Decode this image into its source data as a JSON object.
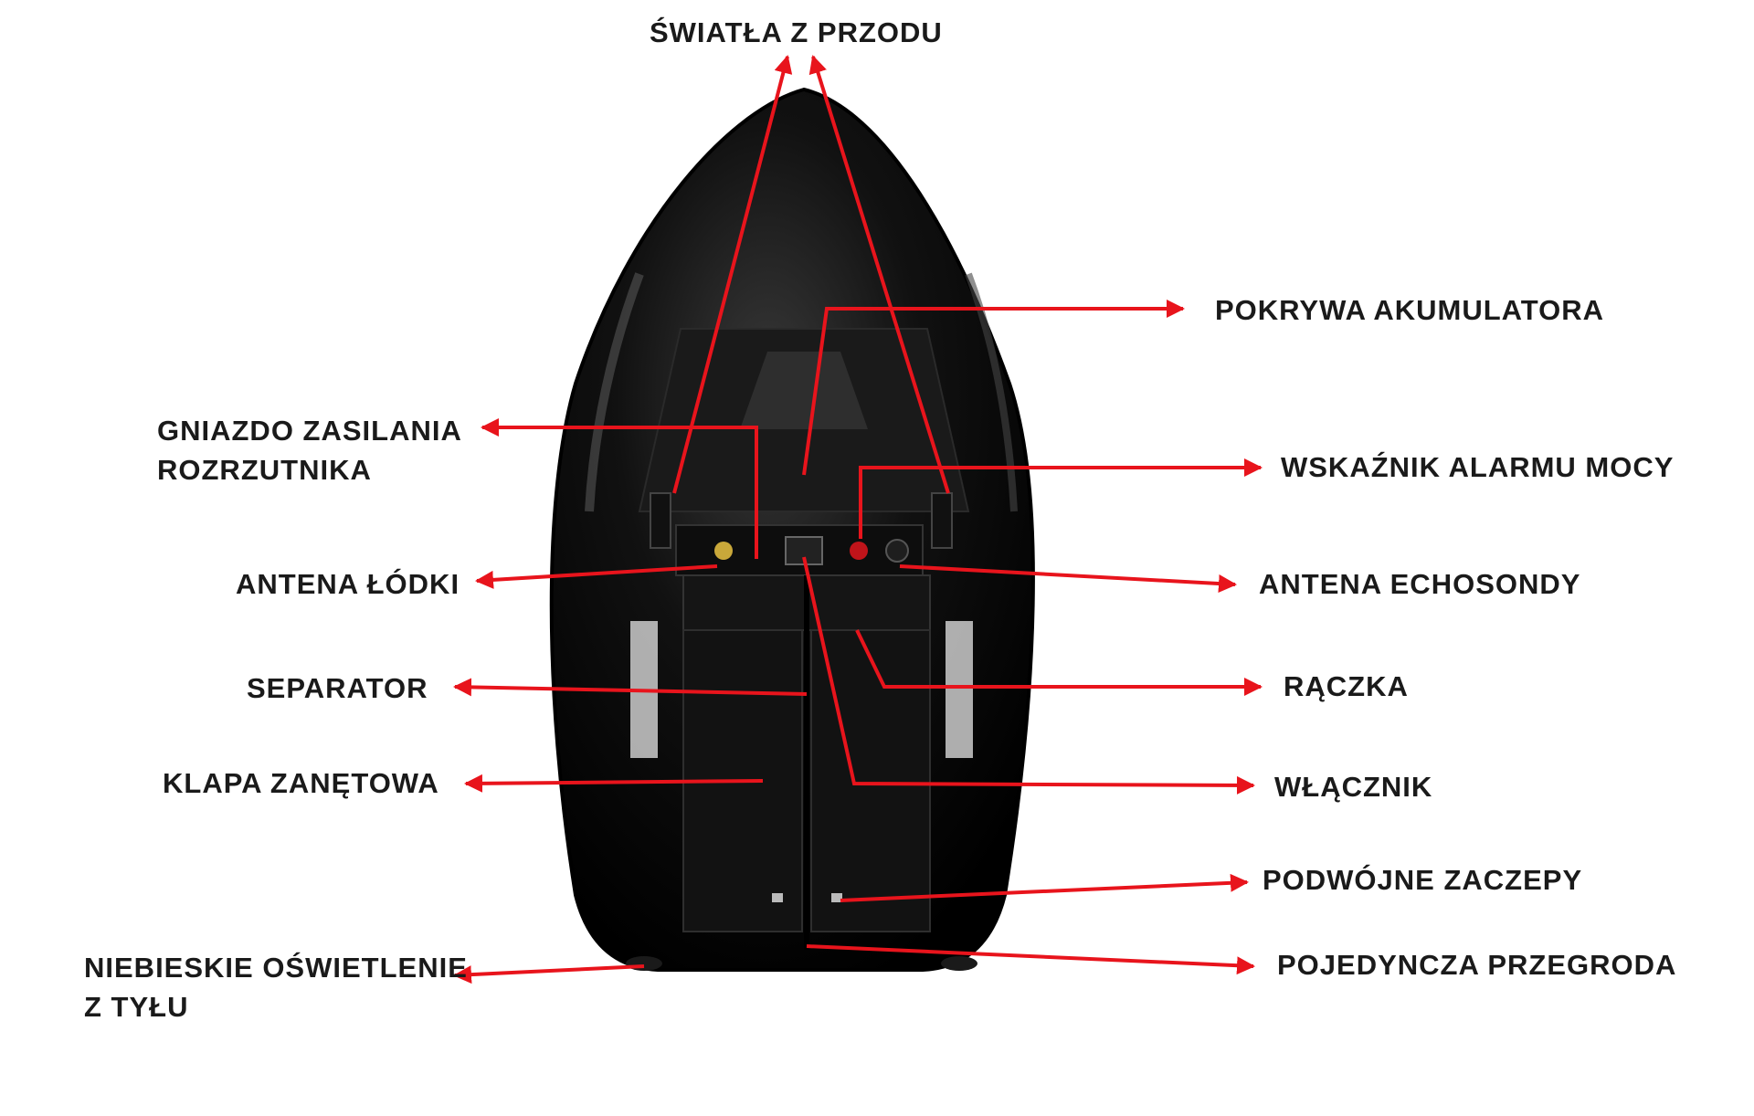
{
  "labels": {
    "front_lights": "ŚWIATŁA Z PRZODU",
    "battery_cover": "POKRYWA AKUMULATORA",
    "bait_power_socket_line1": "GNIAZDO ZASILANIA",
    "bait_power_socket_line2": "ROZRZUTNIKA",
    "power_alarm_indicator": "WSKAŹNIK ALARMU MOCY",
    "boat_antenna": "ANTENA ŁÓDKI",
    "sonar_antenna": "ANTENA ECHOSONDY",
    "separator": "SEPARATOR",
    "handle": "RĄCZKA",
    "bait_hatch": "KLAPA ZANĘTOWA",
    "power_switch": "WŁĄCZNIK",
    "double_hooks": "PODWÓJNE ZACZEPY",
    "rear_blue_light_line1": "NIEBIESKIE OŚWIETLENIE",
    "rear_blue_light_line2": "Z TYŁU",
    "single_partition": "POJEDYNCZA PRZEGRODA"
  },
  "colors": {
    "arrow": "#e8141c",
    "hull": "#0a0a0a",
    "text": "#1a1a1a"
  }
}
